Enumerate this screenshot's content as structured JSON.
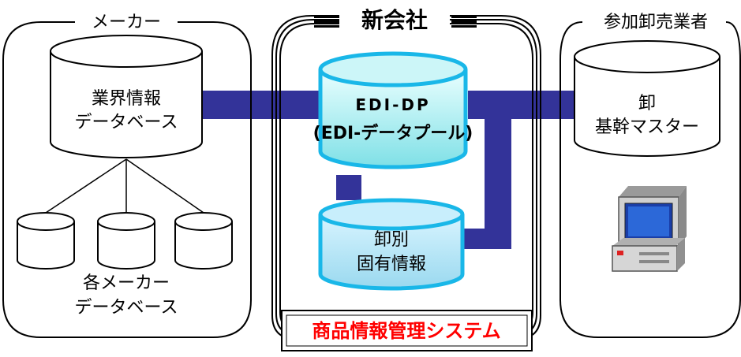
{
  "panels": {
    "maker": {
      "title": "メーカー"
    },
    "new_company": {
      "title": "新会社"
    },
    "wholesaler": {
      "title": "参加卸売業者"
    }
  },
  "databases": {
    "industry": {
      "line1": "業界情報",
      "line2": "データベース"
    },
    "makers": {
      "line1": "各メーカー",
      "line2": "データベース"
    },
    "edi_dp": {
      "line1": "EDI-DP",
      "line2": "(EDI-データプール)"
    },
    "per_wholesaler": {
      "line1": "卸別",
      "line2": "固有情報"
    },
    "wholesale_master": {
      "line1": "卸",
      "line2": "基幹マスター"
    }
  },
  "system": {
    "label": "商品情報管理システム"
  },
  "colors": {
    "connector": "#333399",
    "edi_fill_top": "#eaffff",
    "edi_fill_bottom": "#7fe0e6",
    "edi_border": "#19b7e8",
    "system_text": "#ff0000"
  }
}
